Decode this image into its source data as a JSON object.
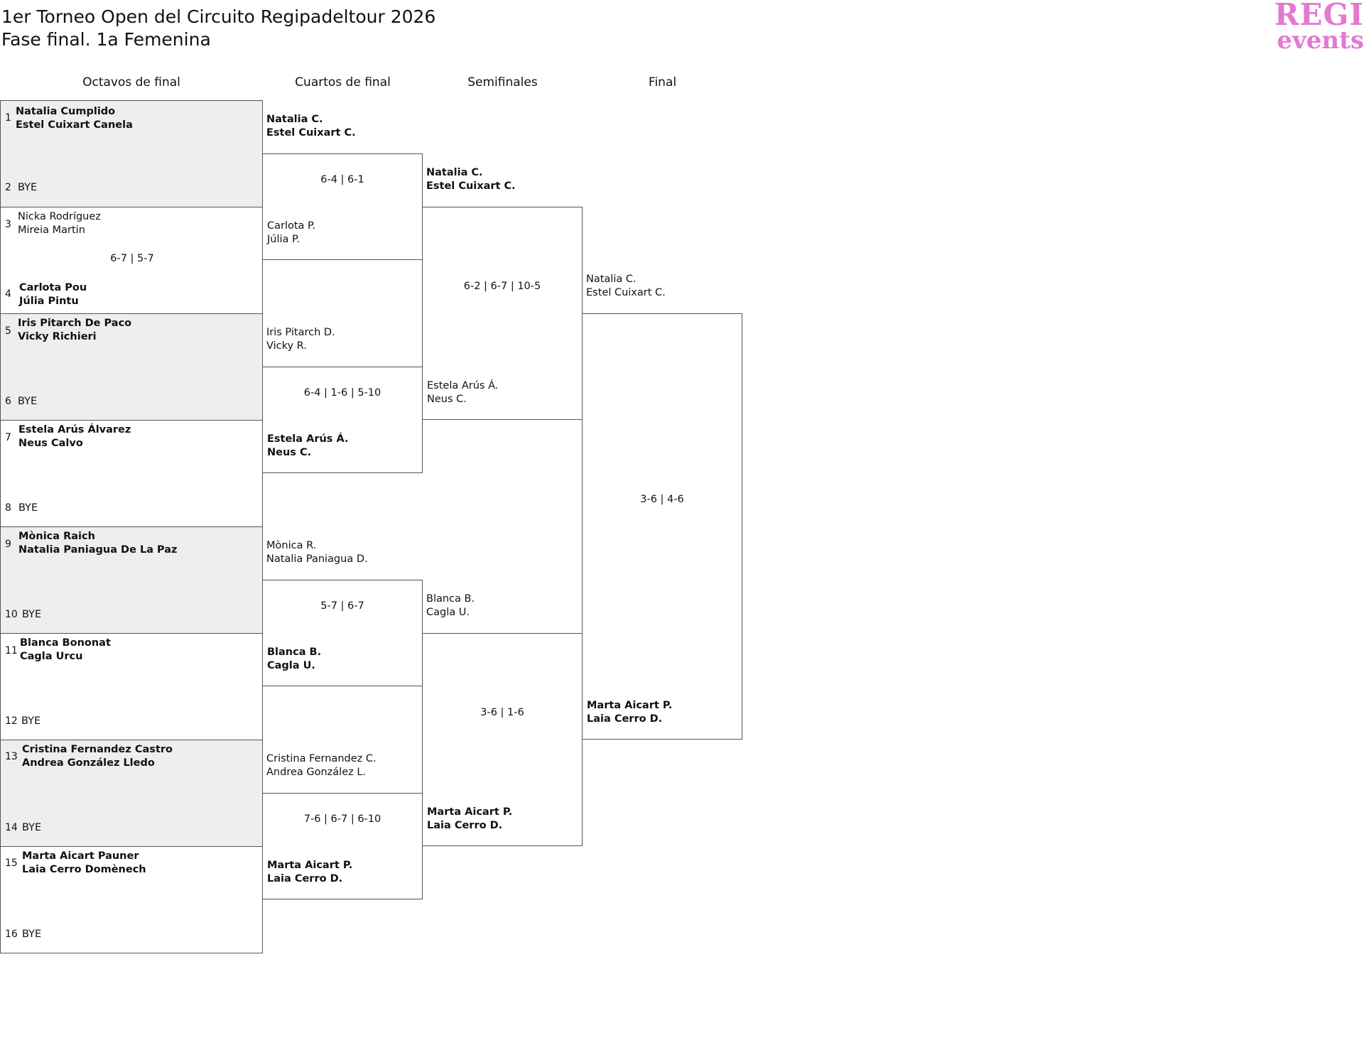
{
  "header": {
    "title_line1": "1er Torneo Open del Circuito Regipadeltour 2026",
    "title_line2": "Fase final. 1a Femenina",
    "logo_text_top": "REGI",
    "logo_text_bottom": "events",
    "logo_color": "#e27ad0"
  },
  "rounds": [
    "Octavos de final",
    "Cuartos de final",
    "Semifinales",
    "Final"
  ],
  "octavos": {
    "slots": [
      {
        "seed": "1",
        "p1": "Natalia Cumplido",
        "p2": "Estel Cuixart Canela"
      },
      {
        "seed": "2",
        "p1": "BYE"
      },
      {
        "seed": "3",
        "p1": "Nicka Rodríguez",
        "p2": "Mireia Martin"
      },
      {
        "seed": "4",
        "p1": "Carlota Pou",
        "p2": "Júlia Pintu"
      },
      {
        "seed": "5",
        "p1": "Iris Pitarch De Paco",
        "p2": "Vicky Richieri"
      },
      {
        "seed": "6",
        "p1": "BYE"
      },
      {
        "seed": "7",
        "p1": "Estela Arús Álvarez",
        "p2": "Neus Calvo"
      },
      {
        "seed": "8",
        "p1": "BYE"
      },
      {
        "seed": "9",
        "p1": "Mònica Raich",
        "p2": "Natalia Paniagua De La Paz"
      },
      {
        "seed": "10",
        "p1": "BYE"
      },
      {
        "seed": "11",
        "p1": "Blanca Bononat",
        "p2": "Cagla Urcu"
      },
      {
        "seed": "12",
        "p1": "BYE"
      },
      {
        "seed": "13",
        "p1": "Cristina Fernandez Castro",
        "p2": "Andrea González Lledo"
      },
      {
        "seed": "14",
        "p1": "BYE"
      },
      {
        "seed": "15",
        "p1": "Marta Aicart Pauner",
        "p2": "Laia Cerro Domènech"
      },
      {
        "seed": "16",
        "p1": "BYE"
      }
    ],
    "scores": [
      "",
      "6-7 | 5-7",
      "",
      "",
      "",
      "",
      "",
      ""
    ]
  },
  "cuartos": {
    "teams": [
      {
        "p1": "Natalia C.",
        "p2": "Estel Cuixart C."
      },
      {
        "p1": "Carlota P.",
        "p2": "Júlia P."
      },
      {
        "p1": "Iris Pitarch D.",
        "p2": "Vicky R."
      },
      {
        "p1": "Estela Arús Á.",
        "p2": "Neus C."
      },
      {
        "p1": "Mònica R.",
        "p2": "Natalia Paniagua D."
      },
      {
        "p1": "Blanca B.",
        "p2": "Cagla U."
      },
      {
        "p1": "Cristina Fernandez C.",
        "p2": "Andrea González L."
      },
      {
        "p1": "Marta Aicart P.",
        "p2": "Laia Cerro D."
      }
    ],
    "scores": [
      "6-4 | 6-1",
      "6-4 | 1-6 | 5-10",
      "5-7 | 6-7",
      "7-6 | 6-7 | 6-10"
    ]
  },
  "semis": {
    "teams": [
      {
        "p1": "Natalia C.",
        "p2": "Estel Cuixart C."
      },
      {
        "p1": "Estela Arús Á.",
        "p2": "Neus C."
      },
      {
        "p1": "Blanca B.",
        "p2": "Cagla U."
      },
      {
        "p1": "Marta Aicart P.",
        "p2": "Laia Cerro D."
      }
    ],
    "scores": [
      "6-2 | 6-7 | 10-5",
      "3-6 | 1-6"
    ]
  },
  "final": {
    "teams": [
      {
        "p1": "Natalia C.",
        "p2": "Estel Cuixart C."
      },
      {
        "p1": "Marta Aicart P.",
        "p2": "Laia Cerro D."
      }
    ],
    "score": "3-6 | 4-6"
  }
}
